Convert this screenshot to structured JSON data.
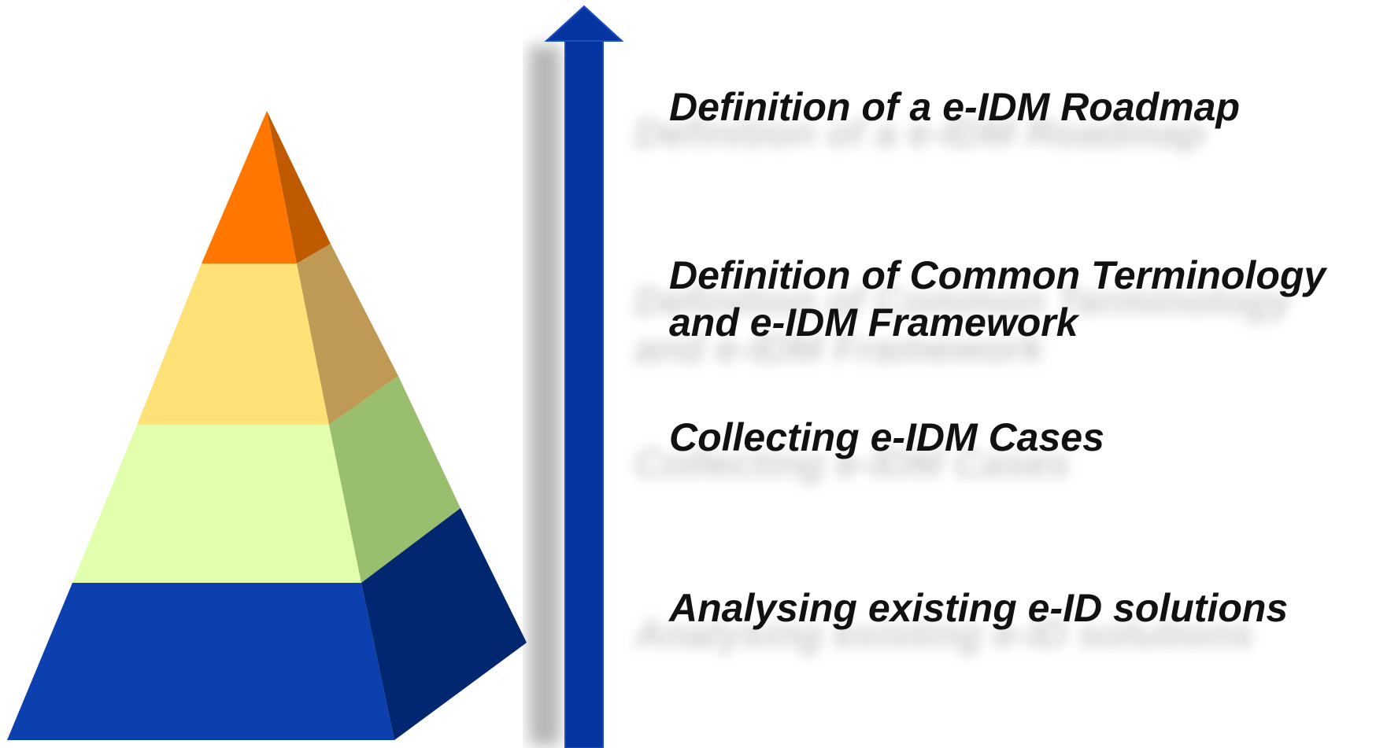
{
  "diagram": {
    "levels": [
      {
        "lines": [
          "Definition of a e-IDM Roadmap"
        ]
      },
      {
        "lines": [
          "Definition of Common Terminology",
          "and e-IDM Framework"
        ]
      },
      {
        "lines": [
          "Collecting e-IDM Cases"
        ]
      },
      {
        "lines": [
          "Analysing existing e-ID solutions"
        ]
      }
    ],
    "colors": {
      "level_1_front": "#FF7700",
      "level_1_side": "#BF5A00",
      "level_2_front": "#FFE178",
      "level_2_side": "#BE9A55",
      "level_3_front": "#E2FFAD",
      "level_3_side": "#98BE6E",
      "level_4_front": "#0B40AE",
      "level_4_side": "#002770",
      "arrow_fill": "#0634A0",
      "arrow_outline": "#1B4FC0",
      "arrow_shadow": "#B6B6B6",
      "label_text": "#111111"
    }
  }
}
